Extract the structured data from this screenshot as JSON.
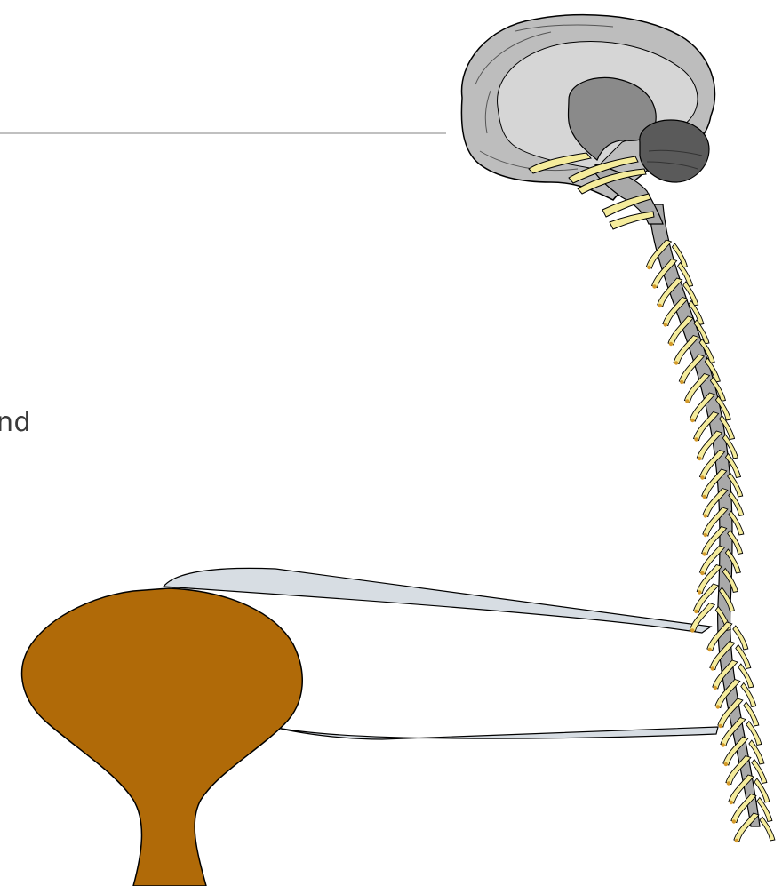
{
  "slide": {
    "partial_text": "nd"
  },
  "colors": {
    "divider": "#9a9a9a",
    "cerebrum": "#bdbdbd",
    "cerebrum_inner": "#d6d6d6",
    "midbrain": "#8a8a8a",
    "cerebellum": "#5a5a5a",
    "spinal_cord": "#a9a9a9",
    "nerve": "#f5ec9c",
    "nerve_tip": "#d49a2a",
    "bladder": "#b06a08",
    "bladder_outline": "#000000",
    "connector": "#d7dde3"
  },
  "icons": [
    "brain-illustration",
    "spinal-cord-illustration",
    "bladder-illustration"
  ]
}
